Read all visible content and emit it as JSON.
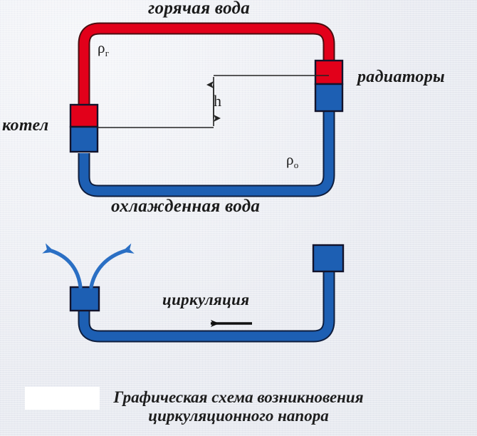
{
  "diagram": {
    "title_caption_line1": "Графическая схема возникновения",
    "title_caption_line2": "циркуляционного напора",
    "labels": {
      "hot_water": "горячая вода",
      "cold_water": "охлажденная вода",
      "boiler": "котел",
      "radiators": "радиаторы",
      "circulation": "циркуляция",
      "height_symbol": "h",
      "rho_hot": "ρ",
      "rho_hot_sub": "г",
      "rho_cold": "ρ",
      "rho_cold_sub": "о"
    },
    "colors": {
      "hot_pipe": "#e2001a",
      "cold_pipe": "#1d5fb3",
      "outline": "#1a1a2e",
      "background": "#edeff4",
      "text": "#1b1b1b",
      "arrow_blue": "#2a6fc4",
      "arrow_black": "#101010"
    },
    "elements": {
      "upper_loop": "closed circuit: boiler at left, radiators at right, hot supply across top, cooled return across bottom",
      "height_dimension": "h between boiler centre level and radiator centre level",
      "lower_loop": "open U pipe showing circulation direction with two rising arrows from boiler",
      "circulation_arrow_direction": "right-to-left"
    }
  }
}
